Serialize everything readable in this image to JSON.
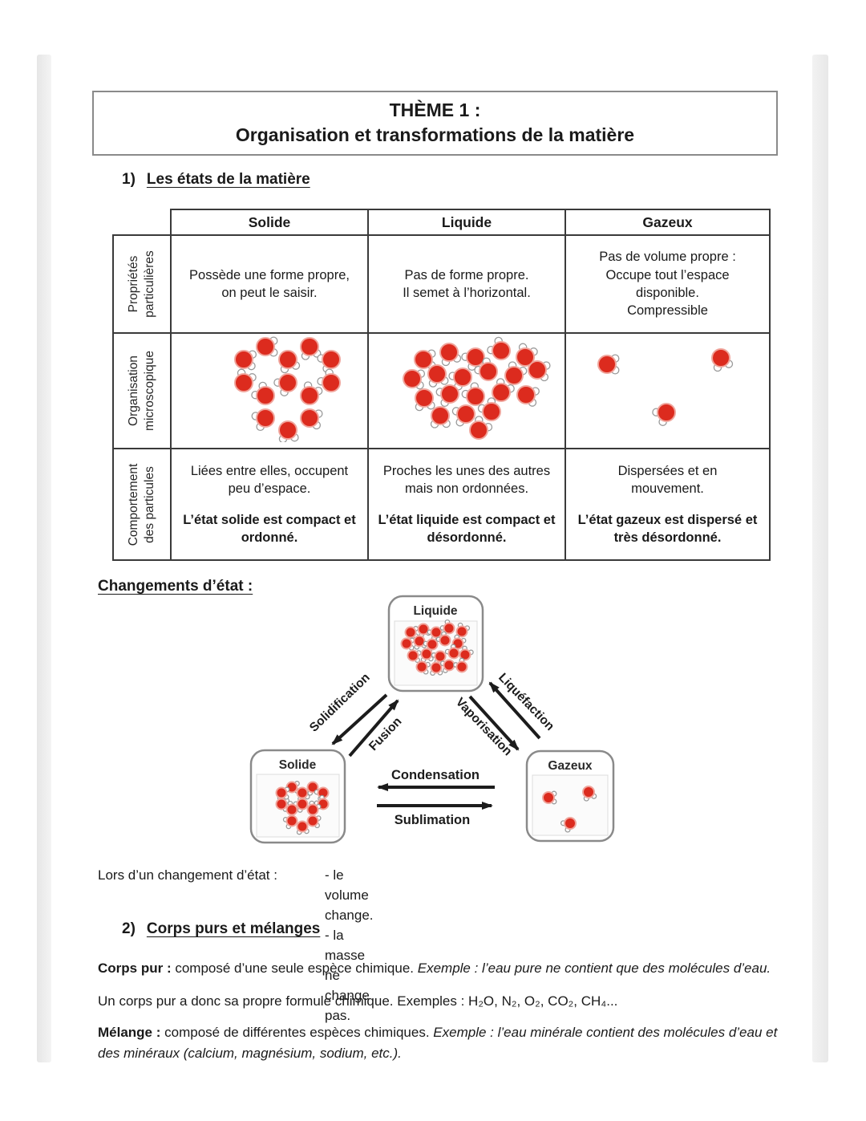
{
  "page_title": {
    "line1": "THÈME 1 :",
    "line2": "Organisation et transformations de la matière"
  },
  "section1": {
    "number": "1)",
    "heading": "Les états de la matière"
  },
  "table": {
    "headers": [
      "Solide",
      "Liquide",
      "Gazeux"
    ],
    "row_labels": [
      "Propriétés\nparticulières",
      "Organisation\nmicroscopique",
      "Comportement\ndes particules"
    ],
    "properties": {
      "solide": "Possède une forme propre,\non peut le saisir.",
      "liquide": "Pas de forme propre.\nIl semet à l’horizontal.",
      "gazeux": "Pas de volume propre :\nOccupe tout l’espace\ndisponible.\nCompressible"
    },
    "behaviour": {
      "solide_text": "Liées entre elles, occupent\npeu d’espace.",
      "solide_bold": "L’état solide est compact et\nordonné.",
      "liquide_text": "Proches les unes des autres\nmais non ordonnées.",
      "liquide_bold": "L’état liquide est compact et\ndésordonné.",
      "gazeux_text": "Dispersées et en\nmouvement.",
      "gazeux_bold": "L’état gazeux est dispersé et\ntrès désordonné."
    },
    "illustrations": {
      "solide": "ordered-molecules-illustration",
      "liquide": "disordered-compact-molecules-illustration",
      "gazeux": "dispersed-molecules-illustration"
    }
  },
  "diagram": {
    "heading": "Changements d’état :",
    "liquide": "Liquide",
    "solide": "Solide",
    "gazeux": "Gazeux",
    "solidification": "Solidification",
    "fusion": "Fusion",
    "vaporisation": "Vaporisation",
    "liquefaction": "Liquéfaction",
    "condensation": "Condensation",
    "sublimation": "Sublimation"
  },
  "note": {
    "lead": "Lors d’un changement d’état :",
    "point1": "- le volume change.",
    "point2": "- la masse ne change pas."
  },
  "section2": {
    "number": "2)",
    "heading": "Corps purs et mélanges",
    "corps_pur_term": "Corps pur :",
    "corps_pur_def": " composé d’une seule espèce chimique. ",
    "corps_pur_example": "Exemple : l’eau pure ne contient que des molécules d’eau.",
    "corps_pur_line2": "Un corps pur a donc sa propre formule chimique. Exemples : H₂O, N₂, O₂, CO₂, CH₄...",
    "melange_term": "Mélange :",
    "melange_def": " composé de différentes espèces chimiques. ",
    "melange_example": "Exemple : l’eau minérale contient des molécules d’eau et des minéraux (calcium, magnésium, sodium, etc.)."
  },
  "colors": {
    "molecule_red": "#dc2b1e",
    "molecule_halo": "#f0a49b",
    "hydrogen_stroke": "#9a9a9a",
    "table_border": "#3a3a3a",
    "arrow_black": "#1c1c1c"
  }
}
